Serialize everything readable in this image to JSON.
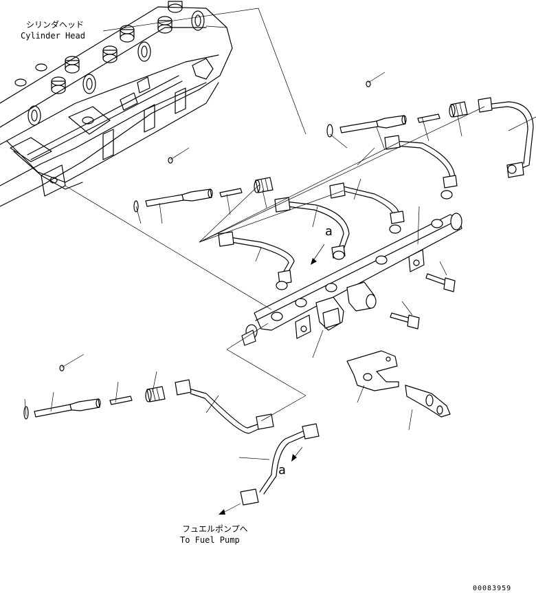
{
  "labels": {
    "cylinder_head_jp": "シリンダヘッド",
    "cylinder_head_en": "Cylinder Head",
    "fuel_pump_jp": "フュエルポンプへ",
    "fuel_pump_en": "To Fuel Pump",
    "callout_a_1": "a",
    "callout_a_2": "a",
    "drawing_number": "00083959"
  },
  "icons": [
    "cylinder-head-icon",
    "injector-icon",
    "seal-ring-icon",
    "fuel-pipe-icon",
    "common-rail-icon",
    "pressure-sensor-icon",
    "bolt-icon",
    "bracket-icon",
    "arrow-icon"
  ]
}
